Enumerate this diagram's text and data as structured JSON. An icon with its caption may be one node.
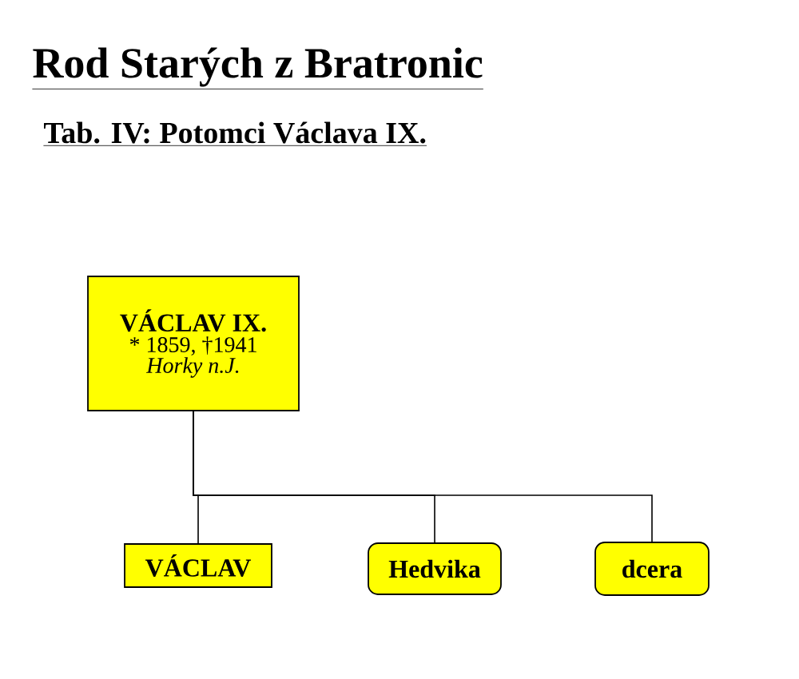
{
  "diagram": {
    "title": "Rod Starých z Bratronic",
    "nodes": [
      {
        "text": [
          "VÁCLAV IX.",
          "* 1859, †1941",
          "Horky n.J."
        ]
      },
      {
        "text": [
          "VÁCLAV"
        ]
      },
      {
        "text": [
          "Hedvika"
        ]
      },
      {
        "text": [
          "dcera"
        ]
      }
    ],
    "edges": [
      {
        "from": 0,
        "to": 1,
        "arrow": "none"
      },
      {
        "from": 0,
        "to": 2,
        "arrow": "none"
      },
      {
        "from": 0,
        "to": 3,
        "arrow": "none"
      }
    ],
    "labels": [
      "Tab. IV: Potomci Václava IX."
    ]
  }
}
